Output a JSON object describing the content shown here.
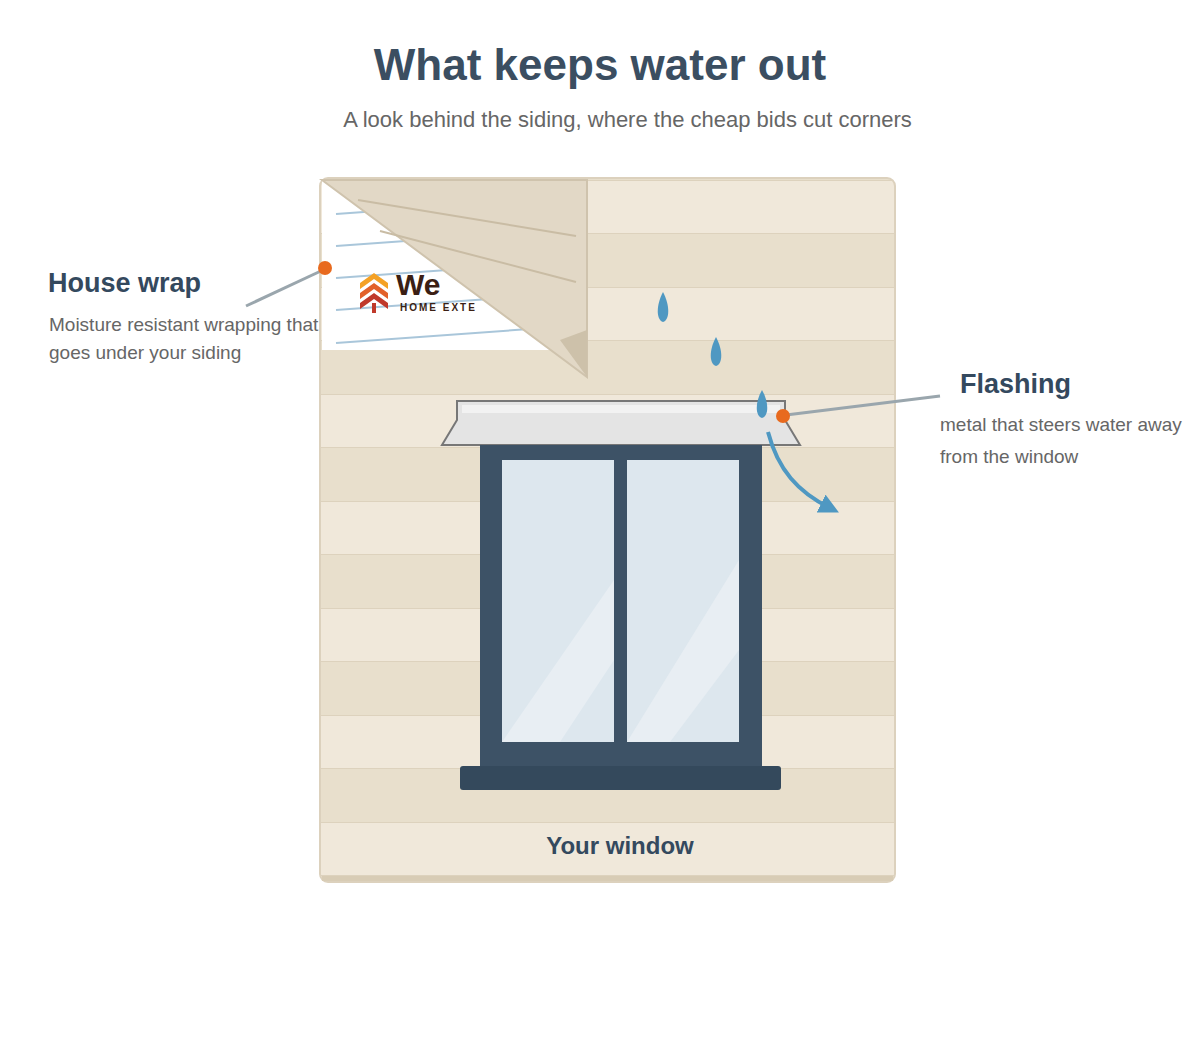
{
  "diagram": {
    "title": "What keeps water out",
    "caption": "A look behind the siding, where the cheap bids cut corners",
    "labels": [
      "House wrap",
      "Moisture resistant wrapping that goes under your siding",
      "Flashing",
      "metal that steers water away from the window",
      "Your window",
      "We",
      "HOME EXTE"
    ]
  }
}
